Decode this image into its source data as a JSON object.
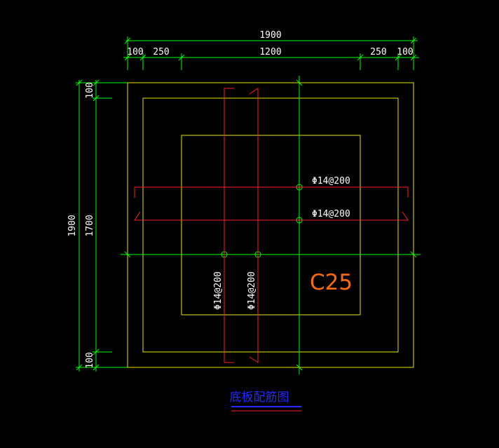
{
  "colors": {
    "background": "#000000",
    "dimension": "#00ff00",
    "outline": "#e6e600",
    "rebar": "#ff2020",
    "dim_text": "#ffffff",
    "concrete_label": "#ff6a00",
    "title": "#1f2bff",
    "title_underline": "#ff2020"
  },
  "top_dimensions": {
    "overall": "1900",
    "segments": [
      "100",
      "250",
      "1200",
      "250",
      "100"
    ]
  },
  "left_dimensions": {
    "overall": "1900",
    "segments": [
      "100",
      "1700",
      "100"
    ]
  },
  "rebar_labels": {
    "horizontal_upper": "Φ14@200",
    "horizontal_lower": "Φ14@200",
    "vertical_left": "Φ14@200",
    "vertical_right": "Φ14@200"
  },
  "concrete_grade": "C25",
  "title": "底板配筋图"
}
